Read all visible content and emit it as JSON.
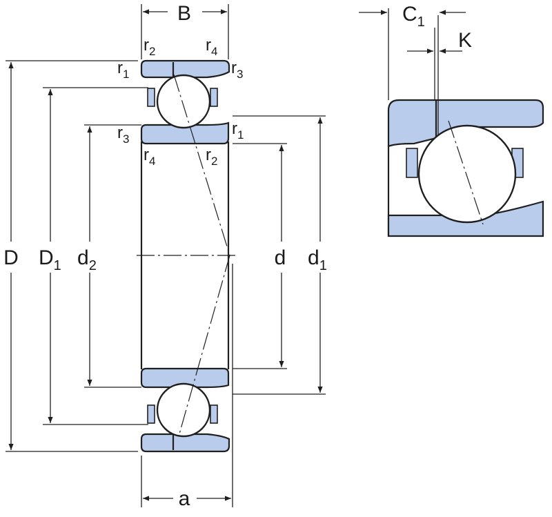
{
  "labels": {
    "B": "B",
    "a": "a",
    "D": "D",
    "D1_main": "D",
    "D1_sub": "1",
    "d2_main": "d",
    "d2_sub": "2",
    "d": "d",
    "d1_main": "d",
    "d1_sub": "1",
    "C1_main": "C",
    "C1_sub": "1",
    "K": "K",
    "r1": {
      "main": "r",
      "sub": "1"
    },
    "r2": {
      "main": "r",
      "sub": "2"
    },
    "r3": {
      "main": "r",
      "sub": "3"
    },
    "r4": {
      "main": "r",
      "sub": "4"
    }
  },
  "colors": {
    "ring_fill": "#b9cceb",
    "line": "#1f1f1f",
    "background": "#ffffff"
  }
}
